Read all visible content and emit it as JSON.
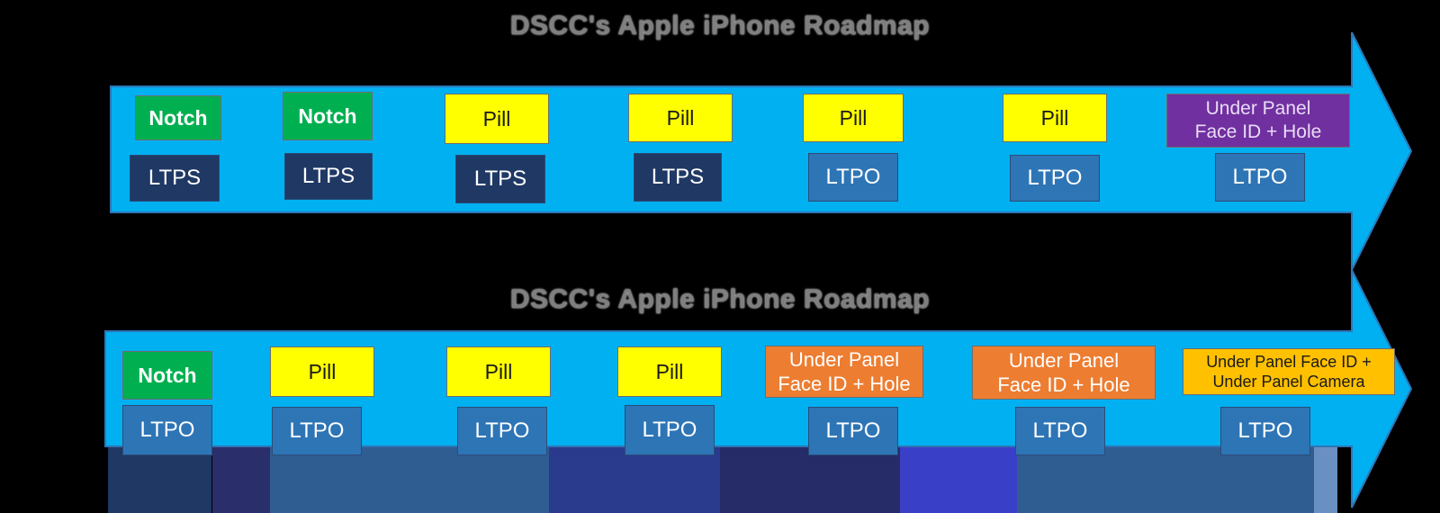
{
  "colors": {
    "background": "#000000",
    "arrow": "#00b0f0",
    "arrow_border": "#2e75b6",
    "notch": "#00b050",
    "pill": "#ffff00",
    "purple": "#7030a0",
    "orange": "#ed7d31",
    "gold": "#ffc000",
    "ltps": "#1f3864",
    "ltpo": "#2e75b6",
    "title_text": "#7f7f7f"
  },
  "roadmap_top": {
    "title": "DSCC's Apple iPhone Roadmap",
    "features": [
      {
        "label": "Notch",
        "style": "notch"
      },
      {
        "label": "Notch",
        "style": "notch"
      },
      {
        "label": "Pill",
        "style": "pill"
      },
      {
        "label": "Pill",
        "style": "pill"
      },
      {
        "label": "Pill",
        "style": "pill"
      },
      {
        "label": "Pill",
        "style": "pill"
      },
      {
        "label": "Under Panel\nFace ID + Hole",
        "style": "purple"
      }
    ],
    "backplanes": [
      "LTPS",
      "LTPS",
      "LTPS",
      "LTPS",
      "LTPO",
      "LTPO",
      "LTPO"
    ]
  },
  "roadmap_bottom": {
    "title": "DSCC's Apple iPhone Roadmap",
    "features": [
      {
        "label": "Notch",
        "style": "notch"
      },
      {
        "label": "Pill",
        "style": "pill"
      },
      {
        "label": "Pill",
        "style": "pill"
      },
      {
        "label": "Pill",
        "style": "pill"
      },
      {
        "label": "Under Panel\nFace ID + Hole",
        "style": "orange"
      },
      {
        "label": "Under Panel\nFace ID + Hole",
        "style": "orange"
      },
      {
        "label": "Under Panel Face ID +\nUnder Panel Camera",
        "style": "gold"
      }
    ],
    "backplanes": [
      "LTPO",
      "LTPO",
      "LTPO",
      "LTPO",
      "LTPO",
      "LTPO",
      "LTPO"
    ]
  }
}
